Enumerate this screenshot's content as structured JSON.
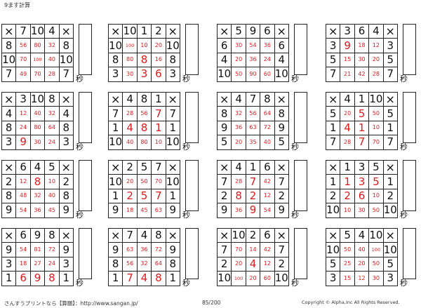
{
  "title": "9ます計算",
  "seconds_label": "秒",
  "footer": {
    "left": "さんすうプリントなら【算願】：http://www.sangan.jp/",
    "page": "85/200",
    "right": "Copyright © Alpha,Inc All Rights Reserved."
  },
  "colors": {
    "answer": "#e0191d",
    "grid": "#222222"
  },
  "problems": [
    {
      "rows": [
        [
          "×",
          "7",
          "10",
          "4",
          "×"
        ],
        [
          "8",
          "56",
          "80",
          "32",
          "8"
        ],
        [
          "10",
          "70",
          "100",
          "40",
          "10"
        ],
        [
          "7",
          "49",
          "70",
          "28",
          "7"
        ]
      ]
    },
    {
      "rows": [
        [
          "×",
          "10",
          "1",
          "2",
          "×"
        ],
        [
          "10",
          "100",
          "10",
          "20",
          "10"
        ],
        [
          "8",
          "80",
          "8",
          "16",
          "8"
        ],
        [
          "3",
          "30",
          "3",
          "6",
          "3"
        ]
      ]
    },
    {
      "rows": [
        [
          "×",
          "5",
          "9",
          "6",
          "×"
        ],
        [
          "6",
          "30",
          "54",
          "36",
          "6"
        ],
        [
          "4",
          "20",
          "36",
          "24",
          "4"
        ],
        [
          "10",
          "50",
          "90",
          "60",
          "10"
        ]
      ]
    },
    {
      "rows": [
        [
          "×",
          "3",
          "6",
          "4",
          "×"
        ],
        [
          "3",
          "9",
          "18",
          "12",
          "3"
        ],
        [
          "5",
          "15",
          "30",
          "20",
          "5"
        ],
        [
          "7",
          "21",
          "42",
          "28",
          "7"
        ]
      ]
    },
    {
      "rows": [
        [
          "×",
          "3",
          "10",
          "8",
          "×"
        ],
        [
          "4",
          "12",
          "40",
          "32",
          "4"
        ],
        [
          "8",
          "24",
          "80",
          "64",
          "8"
        ],
        [
          "3",
          "9",
          "30",
          "24",
          "3"
        ]
      ]
    },
    {
      "rows": [
        [
          "×",
          "4",
          "8",
          "1",
          "×"
        ],
        [
          "7",
          "28",
          "56",
          "7",
          "7"
        ],
        [
          "1",
          "4",
          "8",
          "1",
          "1"
        ],
        [
          "10",
          "40",
          "80",
          "10",
          "10"
        ]
      ]
    },
    {
      "rows": [
        [
          "×",
          "4",
          "7",
          "8",
          "×"
        ],
        [
          "8",
          "32",
          "56",
          "64",
          "8"
        ],
        [
          "9",
          "36",
          "63",
          "72",
          "9"
        ],
        [
          "5",
          "20",
          "35",
          "40",
          "5"
        ]
      ]
    },
    {
      "rows": [
        [
          "×",
          "4",
          "1",
          "10",
          "×"
        ],
        [
          "5",
          "20",
          "5",
          "50",
          "5"
        ],
        [
          "1",
          "4",
          "1",
          "10",
          "1"
        ],
        [
          "7",
          "28",
          "7",
          "70",
          "7"
        ]
      ]
    },
    {
      "rows": [
        [
          "×",
          "6",
          "4",
          "5",
          "×"
        ],
        [
          "2",
          "12",
          "8",
          "10",
          "2"
        ],
        [
          "8",
          "48",
          "32",
          "40",
          "8"
        ],
        [
          "9",
          "54",
          "36",
          "45",
          "9"
        ]
      ]
    },
    {
      "rows": [
        [
          "×",
          "2",
          "5",
          "7",
          "×"
        ],
        [
          "10",
          "20",
          "50",
          "70",
          "10"
        ],
        [
          "1",
          "2",
          "5",
          "7",
          "1"
        ],
        [
          "9",
          "18",
          "45",
          "63",
          "9"
        ]
      ]
    },
    {
      "rows": [
        [
          "×",
          "4",
          "1",
          "6",
          "×"
        ],
        [
          "7",
          "28",
          "7",
          "42",
          "7"
        ],
        [
          "2",
          "8",
          "2",
          "12",
          "2"
        ],
        [
          "9",
          "36",
          "9",
          "54",
          "9"
        ]
      ]
    },
    {
      "rows": [
        [
          "×",
          "1",
          "3",
          "5",
          "×"
        ],
        [
          "1",
          "1",
          "3",
          "5",
          "1"
        ],
        [
          "2",
          "2",
          "6",
          "10",
          "2"
        ],
        [
          "10",
          "10",
          "30",
          "50",
          "10"
        ]
      ]
    },
    {
      "rows": [
        [
          "×",
          "6",
          "9",
          "8",
          "×"
        ],
        [
          "9",
          "54",
          "81",
          "72",
          "9"
        ],
        [
          "3",
          "18",
          "27",
          "24",
          "3"
        ],
        [
          "1",
          "6",
          "9",
          "8",
          "1"
        ]
      ]
    },
    {
      "rows": [
        [
          "×",
          "7",
          "4",
          "8",
          "×"
        ],
        [
          "9",
          "63",
          "36",
          "72",
          "9"
        ],
        [
          "8",
          "56",
          "32",
          "64",
          "8"
        ],
        [
          "1",
          "7",
          "4",
          "8",
          "1"
        ]
      ]
    },
    {
      "rows": [
        [
          "×",
          "10",
          "2",
          "6",
          "×"
        ],
        [
          "7",
          "70",
          "14",
          "42",
          "7"
        ],
        [
          "2",
          "20",
          "4",
          "12",
          "2"
        ],
        [
          "10",
          "100",
          "20",
          "60",
          "10"
        ]
      ]
    },
    {
      "rows": [
        [
          "×",
          "5",
          "4",
          "10",
          "×"
        ],
        [
          "10",
          "50",
          "40",
          "100",
          "10"
        ],
        [
          "5",
          "25",
          "20",
          "50",
          "5"
        ],
        [
          "3",
          "15",
          "12",
          "30",
          "3"
        ]
      ]
    }
  ]
}
